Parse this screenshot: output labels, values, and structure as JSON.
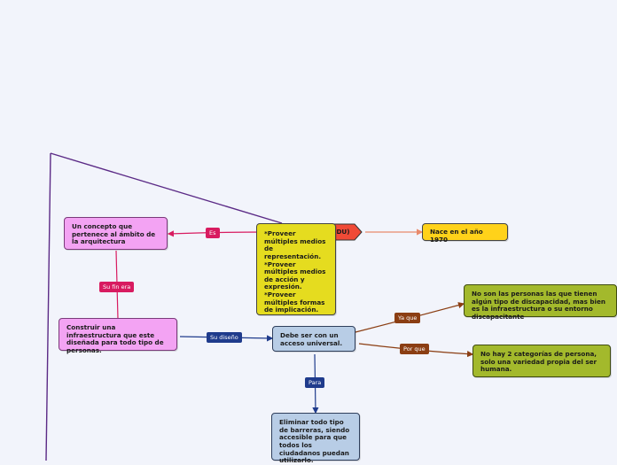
{
  "central": {
    "title": "Diseño Universal (DU)"
  },
  "nodes": {
    "concepto": "Un concepto que pertenece al ámbito de la arquitectura",
    "construir": "Construir una infraestructura que este diseñada para todo tipo de personas.",
    "acceso": "Debe ser con un acceso universal.",
    "eliminar": "Eliminar todo tipo de barreras, siendo accesible para que todos los ciudadanos puedan utilizarlo.",
    "nace": "Nace en el año 1970",
    "no_son": "No son las personas las que tienen algún tipo de discapacidad, mas bien es la infraestructura o su entorno discapacitante",
    "no_hay": "No hay 2 categorías de persona, solo una variedad propia del ser humana.",
    "principios": "*Proveer múltiples medios de representación.\n*Proveer múltiples medios de acción y expresión.\n*Proveer múltiples formas de implicación."
  },
  "labels": {
    "es": "Es",
    "su_fin_era": "Su fin era",
    "su_diseno": "Su diseño",
    "para": "Para",
    "ya_que": "Ya que",
    "por_que": "Por que"
  },
  "colors": {
    "pink_line": "#d81b60",
    "navy_line": "#1f3b8c",
    "brown_line": "#8b3e13",
    "salmon_line": "#e98a6b",
    "purple_line": "#5b2a86",
    "central_fill": "#f04a36"
  }
}
